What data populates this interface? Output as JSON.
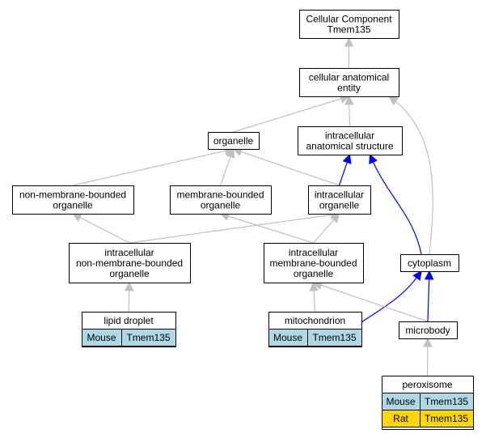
{
  "colors": {
    "gray_edge": "#c0c0c0",
    "blue_edge": "#0000ff",
    "mouse_bg": "#add8e6",
    "rat_bg": "#ffd700",
    "border": "#000000"
  },
  "nodes": {
    "root": {
      "lines": [
        "Cellular Component",
        "Tmem135"
      ]
    },
    "cae": {
      "lines": [
        "cellular anatomical",
        "entity"
      ]
    },
    "organelle": {
      "lines": [
        "organelle"
      ]
    },
    "ias": {
      "lines": [
        "intracellular",
        "anatomical structure"
      ]
    },
    "nmbo": {
      "lines": [
        "non-membrane-bounded",
        "organelle"
      ]
    },
    "mbo": {
      "lines": [
        "membrane-bounded",
        "organelle"
      ]
    },
    "io": {
      "lines": [
        "intracellular",
        "organelle"
      ]
    },
    "inmbo": {
      "lines": [
        "intracellular",
        "non-membrane-bounded",
        "organelle"
      ]
    },
    "imbo": {
      "lines": [
        "intracellular",
        "membrane-bounded",
        "organelle"
      ]
    },
    "cytoplasm": {
      "lines": [
        "cytoplasm"
      ]
    },
    "ld": {
      "lines": [
        "lipid droplet"
      ],
      "rows": [
        {
          "species": "Mouse",
          "gene": "Tmem135"
        }
      ]
    },
    "mito": {
      "lines": [
        "mitochondrion"
      ],
      "rows": [
        {
          "species": "Mouse",
          "gene": "Tmem135"
        }
      ]
    },
    "microbody": {
      "lines": [
        "microbody"
      ]
    },
    "perox": {
      "lines": [
        "peroxisome"
      ],
      "rows": [
        {
          "species": "Mouse",
          "gene": "Tmem135"
        },
        {
          "species": "Rat",
          "gene": "Tmem135"
        }
      ]
    }
  },
  "edges": [
    {
      "from": "cae",
      "to": "root",
      "color": "gray"
    },
    {
      "from": "organelle",
      "to": "cae",
      "color": "gray"
    },
    {
      "from": "ias",
      "to": "cae",
      "color": "gray"
    },
    {
      "from": "cytoplasm",
      "to": "cae",
      "color": "gray"
    },
    {
      "from": "nmbo",
      "to": "organelle",
      "color": "gray"
    },
    {
      "from": "mbo",
      "to": "organelle",
      "color": "gray"
    },
    {
      "from": "io",
      "to": "organelle",
      "color": "gray"
    },
    {
      "from": "io",
      "to": "ias",
      "color": "blue"
    },
    {
      "from": "cytoplasm",
      "to": "ias",
      "color": "blue"
    },
    {
      "from": "inmbo",
      "to": "nmbo",
      "color": "gray"
    },
    {
      "from": "inmbo",
      "to": "io",
      "color": "gray"
    },
    {
      "from": "imbo",
      "to": "mbo",
      "color": "gray"
    },
    {
      "from": "imbo",
      "to": "io",
      "color": "gray"
    },
    {
      "from": "ld",
      "to": "inmbo",
      "color": "gray"
    },
    {
      "from": "mito",
      "to": "imbo",
      "color": "gray"
    },
    {
      "from": "mito",
      "to": "cytoplasm",
      "color": "blue"
    },
    {
      "from": "microbody",
      "to": "imbo",
      "color": "gray"
    },
    {
      "from": "microbody",
      "to": "cytoplasm",
      "color": "blue"
    },
    {
      "from": "perox",
      "to": "microbody",
      "color": "gray"
    }
  ]
}
